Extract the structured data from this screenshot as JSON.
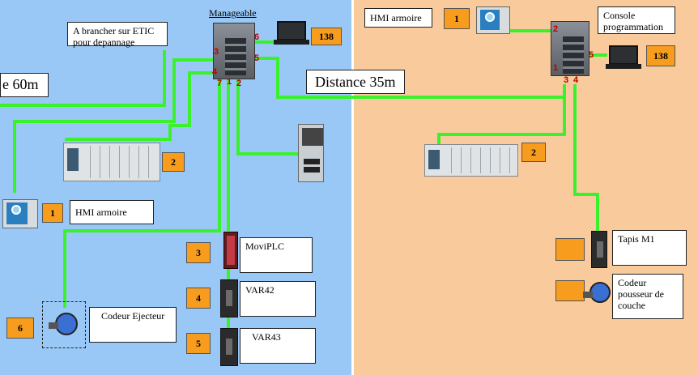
{
  "diagram": {
    "left_zone": {
      "note_etic": "A brancher sur ETIC pour depannage",
      "distance_partial": "e 60m",
      "switch_label": "Manageable",
      "switch_ports": {
        "p6": "6",
        "p3": "3",
        "p5": "5",
        "p4": "4",
        "p7": "7",
        "p1": "1",
        "p2": "2"
      },
      "laptop_badge": "138",
      "plc_badge": "2",
      "hmi_badge": "1",
      "hmi_label": "HMI armoire",
      "movi_badge": "3",
      "movi_label": "MoviPLC",
      "var42_badge": "4",
      "var42_label": "VAR42",
      "var43_badge": "5",
      "var43_label": "VAR43",
      "encoder_badge": "6",
      "encoder_label": "Codeur Ejecteur"
    },
    "link_label": "Distance 35m",
    "right_zone": {
      "hmi_label": "HMI armoire",
      "hmi_badge": "1",
      "console_label": "Console programmation",
      "switch_ports": {
        "p2": "2",
        "p5": "5",
        "p1": "1",
        "p3": "3",
        "p4": "4"
      },
      "laptop_badge": "138",
      "plc_badge": "2",
      "tapis_label": "Tapis M1",
      "tapis_badge": "",
      "codeur_label": "Codeur pousseur de couche",
      "codeur_badge": ""
    },
    "colors": {
      "left_bg": "#99c8f6",
      "right_bg": "#f9cb9c",
      "link": "#39f22c",
      "badge": "#f79c1d",
      "port_text": "#c00000"
    }
  }
}
